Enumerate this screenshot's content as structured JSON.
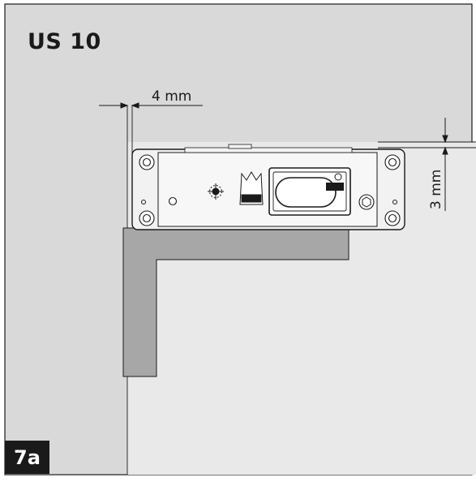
{
  "title": "US 10",
  "figure_label": "7a",
  "dimensions": {
    "gap_horizontal": "4 mm",
    "gap_vertical": "3 mm"
  },
  "colors": {
    "background": "#d9d9d9",
    "door_panel": "#e9e9e9",
    "frame_profile": "#a7a7a7",
    "hardware_body": "#f2f2f2",
    "line": "#1a1a1a",
    "label_background": "#1a1a1a"
  }
}
